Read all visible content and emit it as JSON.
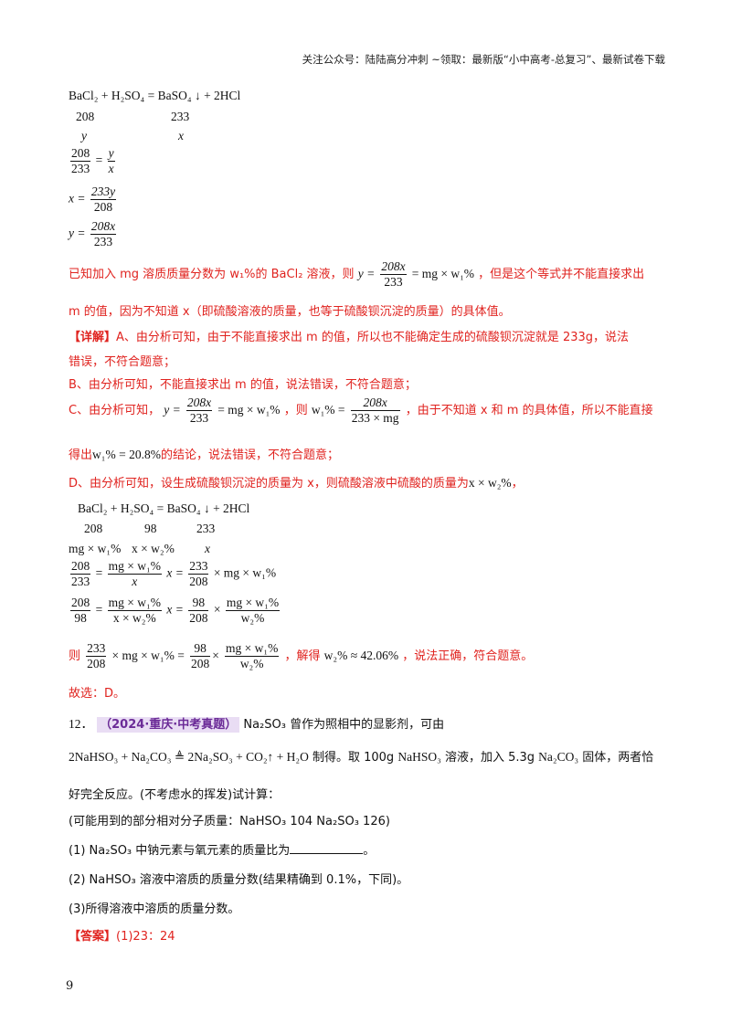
{
  "header": {
    "text": "关注公众号：陆陆高分冲刺 ~领取：最新版“小中高考-总复习”、最新试卷下载"
  },
  "eq1": {
    "reaction": "BaCl₂ + H₂SO₄ = BaSO₄ ↓ + 2HCl",
    "m1": "208",
    "m2": "233",
    "v1": "y",
    "v2": "x",
    "f1_l_num": "208",
    "f1_l_den": "233",
    "f1_r_num": "y",
    "f1_r_den": "x",
    "f2_l": "x =",
    "f2_num": "233y",
    "f2_den": "208",
    "f3_l": "y =",
    "f3_num": "208x",
    "f3_den": "233"
  },
  "analysis": {
    "p1_a": "已知加入 mg 溶质质量分数为 w₁%的 BaCl₂ 溶液，则",
    "p1_eq_l": "y =",
    "p1_num": "208x",
    "p1_den": "233",
    "p1_eq_r": "= mg × w₁%",
    "p1_b": "，但是这个等式并不能直接求出",
    "p2": "m 的值，因为不知道 x（即硫酸溶液的质量，也等于硫酸钡沉淀的质量）的具体值。"
  },
  "detail": {
    "label": "【详解】",
    "a1": "A、由分析可知，由于不能直接求出 m 的值，所以也不能确定生成的硫酸钡沉淀就是 233g，说法",
    "a2": "错误，不符合题意；",
    "b": "B、由分析可知，不能直接求出 m 的值，说法错误，不符合题意；",
    "c_pre": "C、由分析可知，",
    "c_eq_l": "y =",
    "c_num": "208x",
    "c_den": "233",
    "c_eq_r": "= mg × w₁%",
    "c_mid": "，则",
    "c_w": "w₁% =",
    "c_num2": "208x",
    "c_den2": "233 × mg",
    "c_post": "，由于不知道 x 和 m 的具体值，所以不能直接",
    "c2_pre": "得出",
    "c2_eq": "w₁% = 20.8%",
    "c2_post": "的结论，说法错误，不符合题意；",
    "d1": "D、由分析可知，设生成硫酸钡沉淀的质量为 x，则硫酸溶液中硫酸的质量为",
    "d1_eq": "x × w₂%",
    "d1_end": "，"
  },
  "eq2": {
    "reaction": "BaCl₂ + H₂SO₄ = BaSO₄ ↓ + 2HCl",
    "m1": "208",
    "m2": "98",
    "m3": "233",
    "v1": "mg × w₁%",
    "v2": "x × w₂%",
    "v3": "x",
    "r1_ln": "208",
    "r1_ld": "233",
    "r1_rn": "mg × w₁%",
    "r1_rd": "x",
    "r1_x": "x =",
    "r1_xn": "233",
    "r1_xd": "208",
    "r1_tail": "× mg × w₁%",
    "r2_ln": "208",
    "r2_ld": "98",
    "r2_rn": "mg × w₁%",
    "r2_rd": "x × w₂%",
    "r2_x": "x =",
    "r2_xn": "98",
    "r2_xd": "208",
    "r2_tn": "mg × w₁%",
    "r2_td": "w₂%"
  },
  "result": {
    "pre": "则",
    "an": "233",
    "ad": "208",
    "amid": "× mg × w₁% =",
    "bn": "98",
    "bd": "208",
    "cn": "mg × w₁%",
    "cd": "w₂%",
    "mid": "，解得",
    "val": "w₂% ≈ 42.06%",
    "post": "，说法正确，符合题意。",
    "choice": "故选：D。"
  },
  "q12": {
    "num": "12．",
    "tag": "（2024·重庆·中考真题）",
    "t1": "Na₂SO₃ 曾作为照相中的显影剂，可由",
    "eq": "2NaHSO₃ + Na₂CO₃ ≜ 2Na₂SO₃ + CO₂↑ + H₂O",
    "t2a": "制得。取 100g",
    "t2b": "NaHSO₃",
    "t2c": "溶液，加入 5.3g",
    "t2d": "Na₂CO₃",
    "t2e": "固体，两者恰",
    "t3": "好完全反应。(不考虑水的挥发)试计算：",
    "t4": "(可能用到的部分相对分子质量：NaHSO₃ 104  Na₂SO₃ 126)",
    "s1a": "(1) Na₂SO₃ 中钠元素与氧元素的质量比为",
    "s1b": "。",
    "s2": "(2) NaHSO₃ 溶液中溶质的质量分数(结果精确到 0.1%，下同)。",
    "s3": "(3)所得溶液中溶质的质量分数。",
    "ans_label": "【答案】",
    "ans": "(1)23：24"
  },
  "page_number": "9"
}
